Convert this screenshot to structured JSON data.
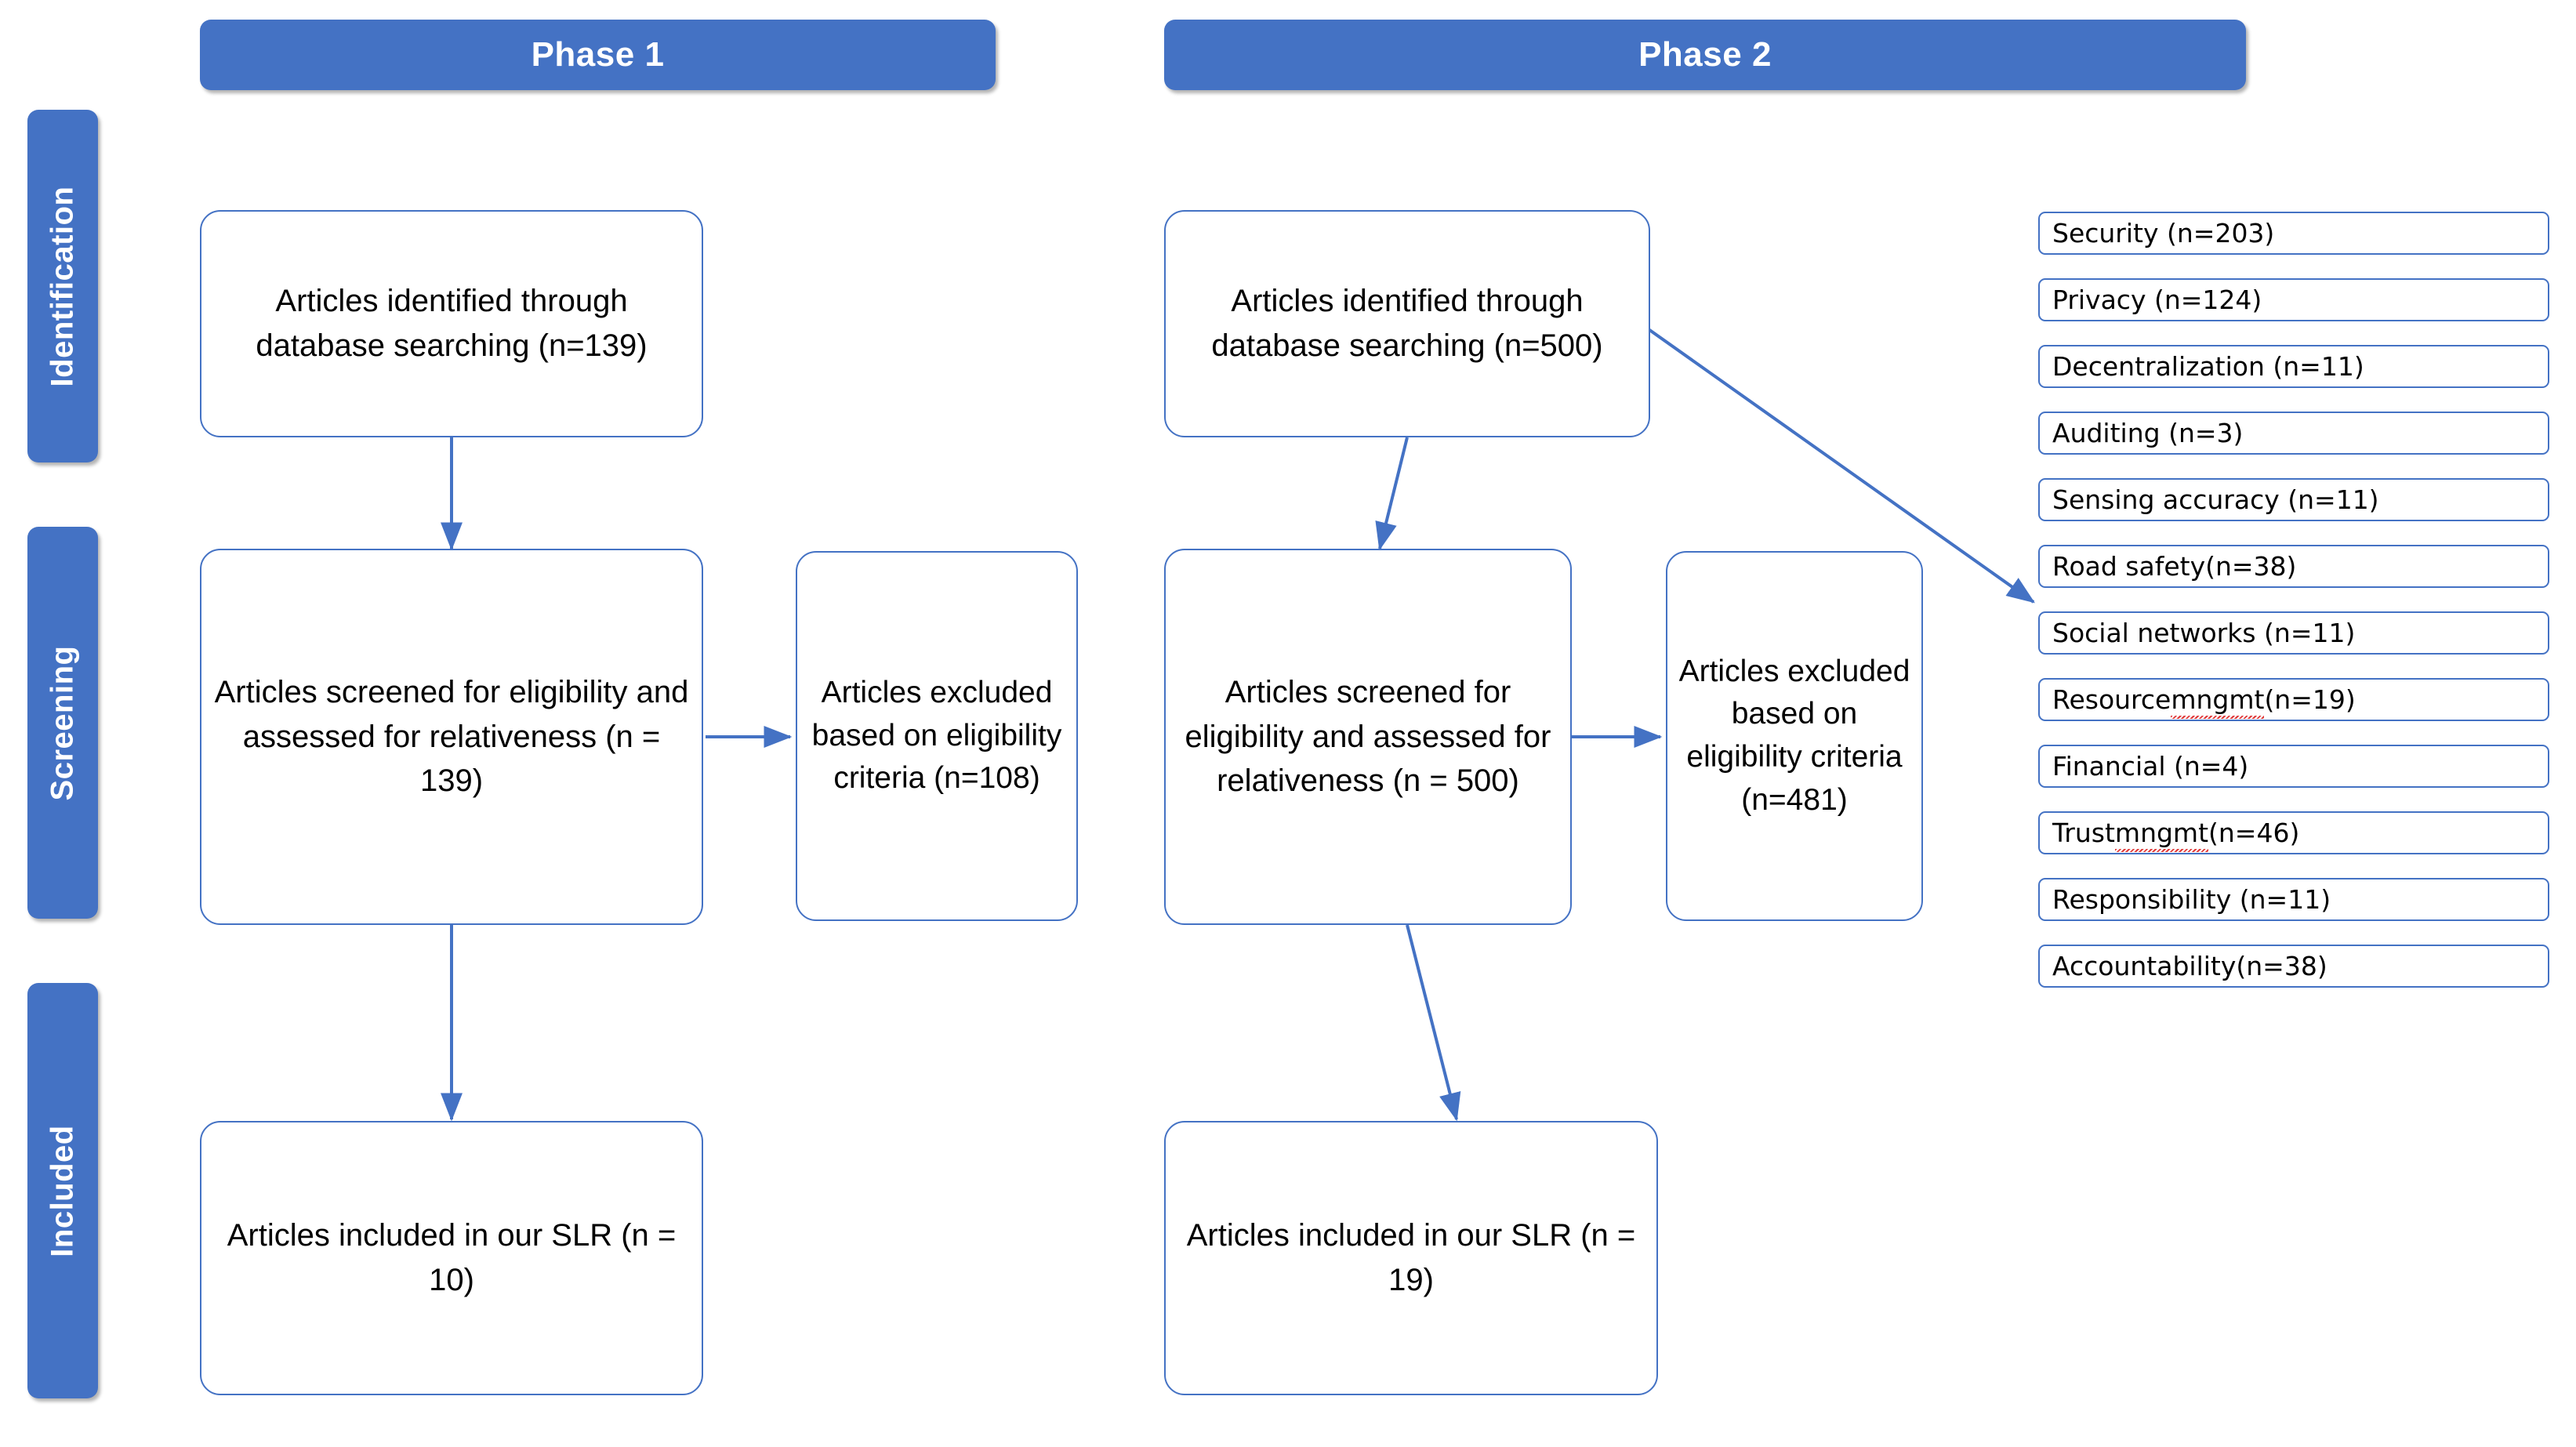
{
  "diagram": {
    "title": "PRISMA systematic literature review flow diagram",
    "accent_color": "#4472C4",
    "box_border_color": "#4472C4",
    "text_color": "#000000",
    "background_color": "#FFFFFF"
  },
  "stages": [
    {
      "id": "identification",
      "label": "Identification"
    },
    {
      "id": "screening",
      "label": "Screening"
    },
    {
      "id": "included",
      "label": "Included"
    }
  ],
  "phases": [
    {
      "id": "phase1",
      "label": "Phase 1"
    },
    {
      "id": "phase2",
      "label": "Phase 2"
    }
  ],
  "phase1": {
    "identified": "Articles identified through database searching (n=139)",
    "screened": "Articles screened for eligibility and assessed for relativeness (n = 139)",
    "excluded": "Articles excluded based on eligibility criteria (n=108)",
    "included": "Articles included in our SLR (n = 10)"
  },
  "phase2": {
    "identified": "Articles identified through database searching (n=500)",
    "screened": "Articles screened for eligibility and assessed for relativeness (n = 500)",
    "excluded": "Articles excluded based on eligibility criteria (n=481)",
    "included": "Articles included in our SLR (n = 19)"
  },
  "categories": [
    {
      "name": "Security",
      "label": "Security (n=203)",
      "n": 203,
      "misspelled": false
    },
    {
      "name": "Privacy",
      "label": "Privacy (n=124)",
      "n": 124,
      "misspelled": false
    },
    {
      "name": "Decentralization",
      "label": "Decentralization (n=11)",
      "n": 11,
      "misspelled": false
    },
    {
      "name": "Auditing",
      "label": "Auditing (n=3)",
      "n": 3,
      "misspelled": false
    },
    {
      "name": "Sensing accuracy",
      "label": "Sensing accuracy (n=11)",
      "n": 11,
      "misspelled": false
    },
    {
      "name": "Road safety",
      "label": "Road safety(n=38)",
      "n": 38,
      "misspelled": false
    },
    {
      "name": "Social networks",
      "label": "Social networks (n=11)",
      "n": 11,
      "misspelled": false
    },
    {
      "name": "Resource mngmt",
      "label": "Resource mngmt (n=19)",
      "n": 19,
      "misspelled": true,
      "pre": "Resource ",
      "flagged": "mngmt",
      "post": " (n=19)"
    },
    {
      "name": "Financial",
      "label": "Financial (n=4)",
      "n": 4,
      "misspelled": false
    },
    {
      "name": "Trust mngmt",
      "label": "Trust mngmt (n=46)",
      "n": 46,
      "misspelled": true,
      "pre": "Trust ",
      "flagged": "mngmt",
      "post": " (n=46)"
    },
    {
      "name": "Responsibility",
      "label": "Responsibility (n=11)",
      "n": 11,
      "misspelled": false
    },
    {
      "name": "Accountability",
      "label": "Accountability(n=38)",
      "n": 38,
      "misspelled": false
    }
  ],
  "chart_data": {
    "type": "diagram",
    "title": "PRISMA flow — two-phase systematic literature review",
    "flows": [
      {
        "from": "phase1.identified",
        "to": "phase1.screened",
        "kind": "vertical-arrow"
      },
      {
        "from": "phase1.screened",
        "to": "phase1.excluded",
        "kind": "horizontal-arrow"
      },
      {
        "from": "phase1.screened",
        "to": "phase1.included",
        "kind": "vertical-arrow"
      },
      {
        "from": "phase2.identified",
        "to": "phase2.screened",
        "kind": "vertical-arrow"
      },
      {
        "from": "phase2.identified",
        "to": "categories",
        "kind": "diagonal-arrow"
      },
      {
        "from": "phase2.screened",
        "to": "phase2.excluded",
        "kind": "horizontal-arrow"
      },
      {
        "from": "phase2.screened",
        "to": "phase2.included",
        "kind": "vertical-arrow"
      }
    ],
    "counts": {
      "phase1": {
        "identified": 139,
        "screened": 139,
        "excluded": 108,
        "included": 10
      },
      "phase2": {
        "identified": 500,
        "screened": 500,
        "excluded": 481,
        "included": 19
      }
    },
    "category_names": [
      "Security",
      "Privacy",
      "Decentralization",
      "Auditing",
      "Sensing accuracy",
      "Road safety",
      "Social networks",
      "Resource mngmt",
      "Financial",
      "Trust mngmt",
      "Responsibility",
      "Accountability"
    ],
    "category_values": [
      203,
      124,
      11,
      3,
      11,
      38,
      11,
      19,
      4,
      46,
      11,
      38
    ]
  }
}
